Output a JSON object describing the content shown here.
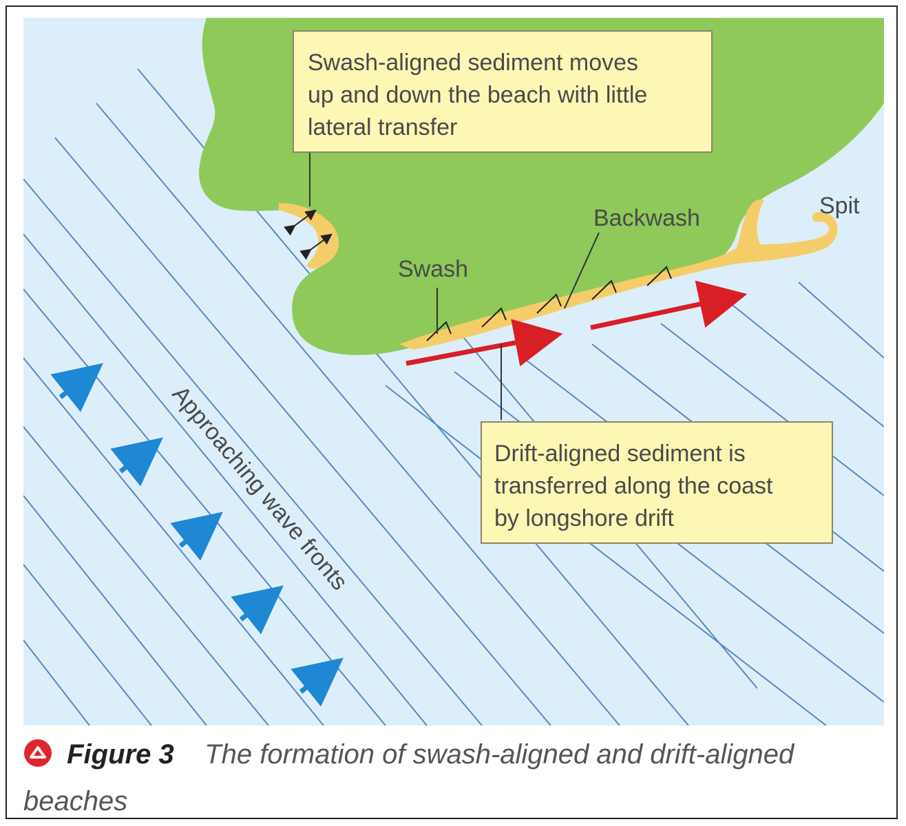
{
  "callouts": {
    "swash_aligned": {
      "lines": [
        "Swash-aligned sediment moves",
        "up and down the beach with little",
        "lateral transfer"
      ]
    },
    "drift_aligned": {
      "lines": [
        "Drift-aligned sediment is",
        "transferred along the coast",
        "by longshore drift"
      ]
    }
  },
  "labels": {
    "spit": "Spit",
    "backwash": "Backwash",
    "swash": "Swash",
    "approaching_wave_fronts": "Approaching wave fronts"
  },
  "caption": {
    "figure_number": "Figure 3",
    "text": "The formation of swash-aligned and drift-aligned beaches",
    "icon": "triangle-up-in-red-circle-icon"
  },
  "colors": {
    "sea": "#dceefa",
    "land": "#8ec95a",
    "beach": "#f5cd68",
    "wave_line": "#4a7dba",
    "wave_arrow": "#1e88d4",
    "drift_arrow": "#d81f26",
    "callout_fill": "#fdf7b6",
    "caption_icon": "#e0262d"
  }
}
